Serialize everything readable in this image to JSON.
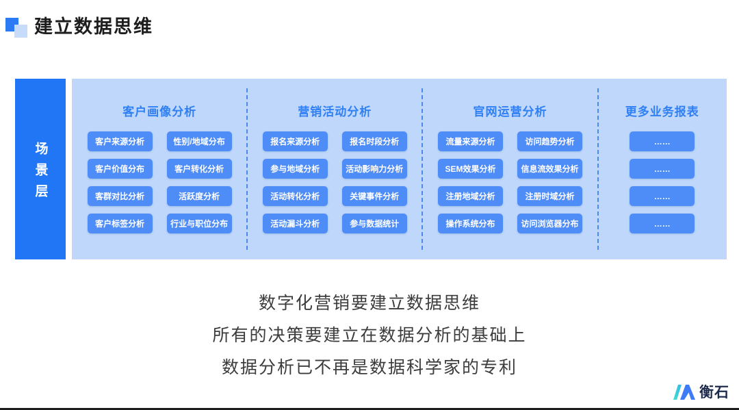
{
  "title": {
    "text": "建立数据思维"
  },
  "sidebar": {
    "label": "场景层"
  },
  "panel": {
    "groups": [
      {
        "id": "customer-profile",
        "header": "客户画像分析",
        "columns": 2,
        "buttons": [
          "客户来源分析",
          "性别/地域分布",
          "客户价值分布",
          "客户转化分析",
          "客群对比分析",
          "活跃度分析",
          "客户标签分析",
          "行业与职位分布"
        ]
      },
      {
        "id": "marketing-campaign",
        "header": "营销活动分析",
        "columns": 2,
        "buttons": [
          "报名来源分析",
          "报名时段分析",
          "参与地域分析",
          "活动影响力分析",
          "活动转化分析",
          "关键事件分析",
          "活动漏斗分析",
          "参与数据统计"
        ]
      },
      {
        "id": "website-operation",
        "header": "官网运营分析",
        "columns": 2,
        "buttons": [
          "流量来源分析",
          "访问趋势分析",
          "SEM效果分析",
          "信息流效果分析",
          "注册地域分析",
          "注册时域分析",
          "操作系统分布",
          "访问浏览器分布"
        ]
      },
      {
        "id": "more-reports",
        "header": "更多业务报表",
        "columns": 1,
        "buttons": [
          "……",
          "……",
          "……",
          "……"
        ]
      }
    ]
  },
  "summary": {
    "lines": [
      "数字化营销要建立数据思维",
      "所有的决策要建立在数据分析的基础上",
      "数据分析已不再是数据科学家的专利"
    ]
  },
  "logo": {
    "brand": "衡石",
    "icon": "hengshi-logo-icon"
  },
  "colors": {
    "accent_blue": "#2176f6",
    "panel_blue": "#bed7fa",
    "chip_blue": "#4e8cf7",
    "header_text_blue": "#2f7ff5",
    "title_text": "#1d1d1d",
    "body_text": "#3c3c3c",
    "logo_navy": "#1e2b4d",
    "logo_teal": "#3ee0ce"
  }
}
